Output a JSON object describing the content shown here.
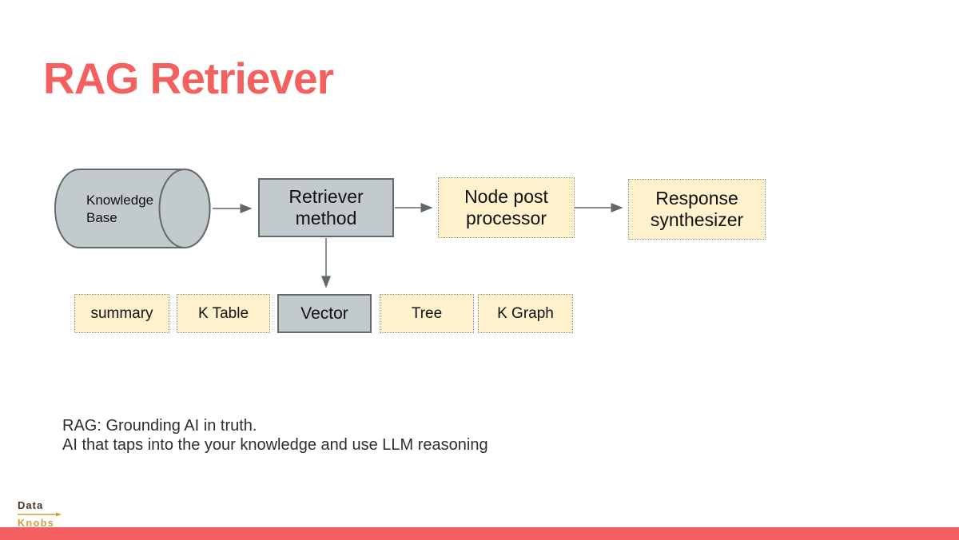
{
  "slide": {
    "title": "RAG Retriever",
    "description": {
      "line1": "RAG: Grounding AI in truth.",
      "line2": "AI that taps into the your knowledge and use LLM reasoning"
    },
    "logo": {
      "word_top": "Data",
      "word_bottom": "Knobs"
    }
  },
  "colors": {
    "title_red": "#F4605E",
    "footer_bar_red": "#F45F62",
    "gray_node_fill": "#C3CACD",
    "gray_node_border": "#65696B",
    "cream_node_fill": "#FFF2CC",
    "cream_node_border": "#8F8F8F",
    "arrow_gray": "#5F686B",
    "logo_brown": "#4A3423",
    "logo_orange": "#D99A3B"
  },
  "diagram": {
    "pipeline_nodes": [
      {
        "label": "Knowledge Base",
        "shape": "cylinder",
        "style": "gray"
      },
      {
        "label": "Retriever method",
        "shape": "rectangle",
        "style": "gray"
      },
      {
        "label": "Node post processor",
        "shape": "rectangle",
        "style": "cream-dotted"
      },
      {
        "label": "Response synthesizer",
        "shape": "rectangle",
        "style": "cream-dotted"
      }
    ],
    "retriever_options": [
      "summary",
      "K Table",
      "Vector",
      "Tree",
      "K Graph"
    ],
    "selected_option": "Vector"
  }
}
